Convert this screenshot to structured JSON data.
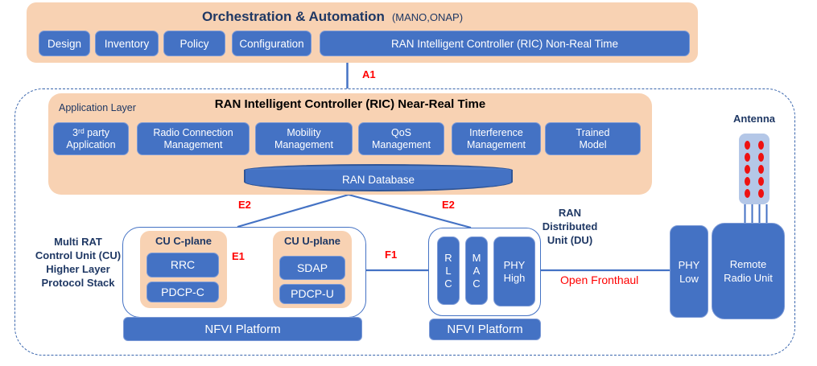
{
  "colors": {
    "peach": "#F8D2B3",
    "primary_blue": "#4472C4",
    "navy_text": "#1F3864",
    "interface_red": "#FF0000",
    "antenna_fill": "#B4C7E7",
    "dashed_border": "#3A66AD"
  },
  "orchestration": {
    "title": "Orchestration & Automation",
    "subtitle": "(MANO,ONAP)",
    "buttons": [
      "Design",
      "Inventory",
      "Policy",
      "Configuration",
      "RAN Intelligent Controller (RIC) Non-Real Time"
    ]
  },
  "interfaces": {
    "a1": "A1",
    "e2_left": "E2",
    "e2_right": "E2",
    "e1": "E1",
    "f1": "F1",
    "open_fronthaul": "Open Fronthaul"
  },
  "near_rt_ric": {
    "title": "RAN Intelligent Controller (RIC) Near-Real Time",
    "layer_label": "Application Layer",
    "apps": [
      [
        "3ʳᵈ party",
        "Application"
      ],
      [
        "Radio Connection",
        "Management"
      ],
      [
        "Mobility",
        "Management"
      ],
      [
        "QoS",
        "Management"
      ],
      [
        "Interference",
        "Management"
      ],
      [
        "Trained",
        "Model"
      ]
    ],
    "database": "RAN Database"
  },
  "cu": {
    "side_label": [
      "Multi RAT",
      "Control Unit (CU)",
      "Higher Layer",
      "Protocol Stack"
    ],
    "c_plane": {
      "title": "CU C-plane",
      "items": [
        "RRC",
        "PDCP-C"
      ]
    },
    "u_plane": {
      "title": "CU U-plane",
      "items": [
        "SDAP",
        "PDCP-U"
      ]
    },
    "platform": "NFVI Platform"
  },
  "du": {
    "label": [
      "RAN",
      "Distributed",
      "Unit (DU)"
    ],
    "boxes": {
      "rlc": [
        "R",
        "L",
        "C"
      ],
      "mac": [
        "M",
        "A",
        "C"
      ],
      "phy_high": [
        "PHY",
        "High"
      ]
    },
    "platform": "NFVI Platform"
  },
  "fronthaul": {
    "phy_low": [
      "PHY",
      "Low"
    ],
    "rru": [
      "Remote",
      "Radio Unit"
    ],
    "antenna_label": "Antenna"
  }
}
